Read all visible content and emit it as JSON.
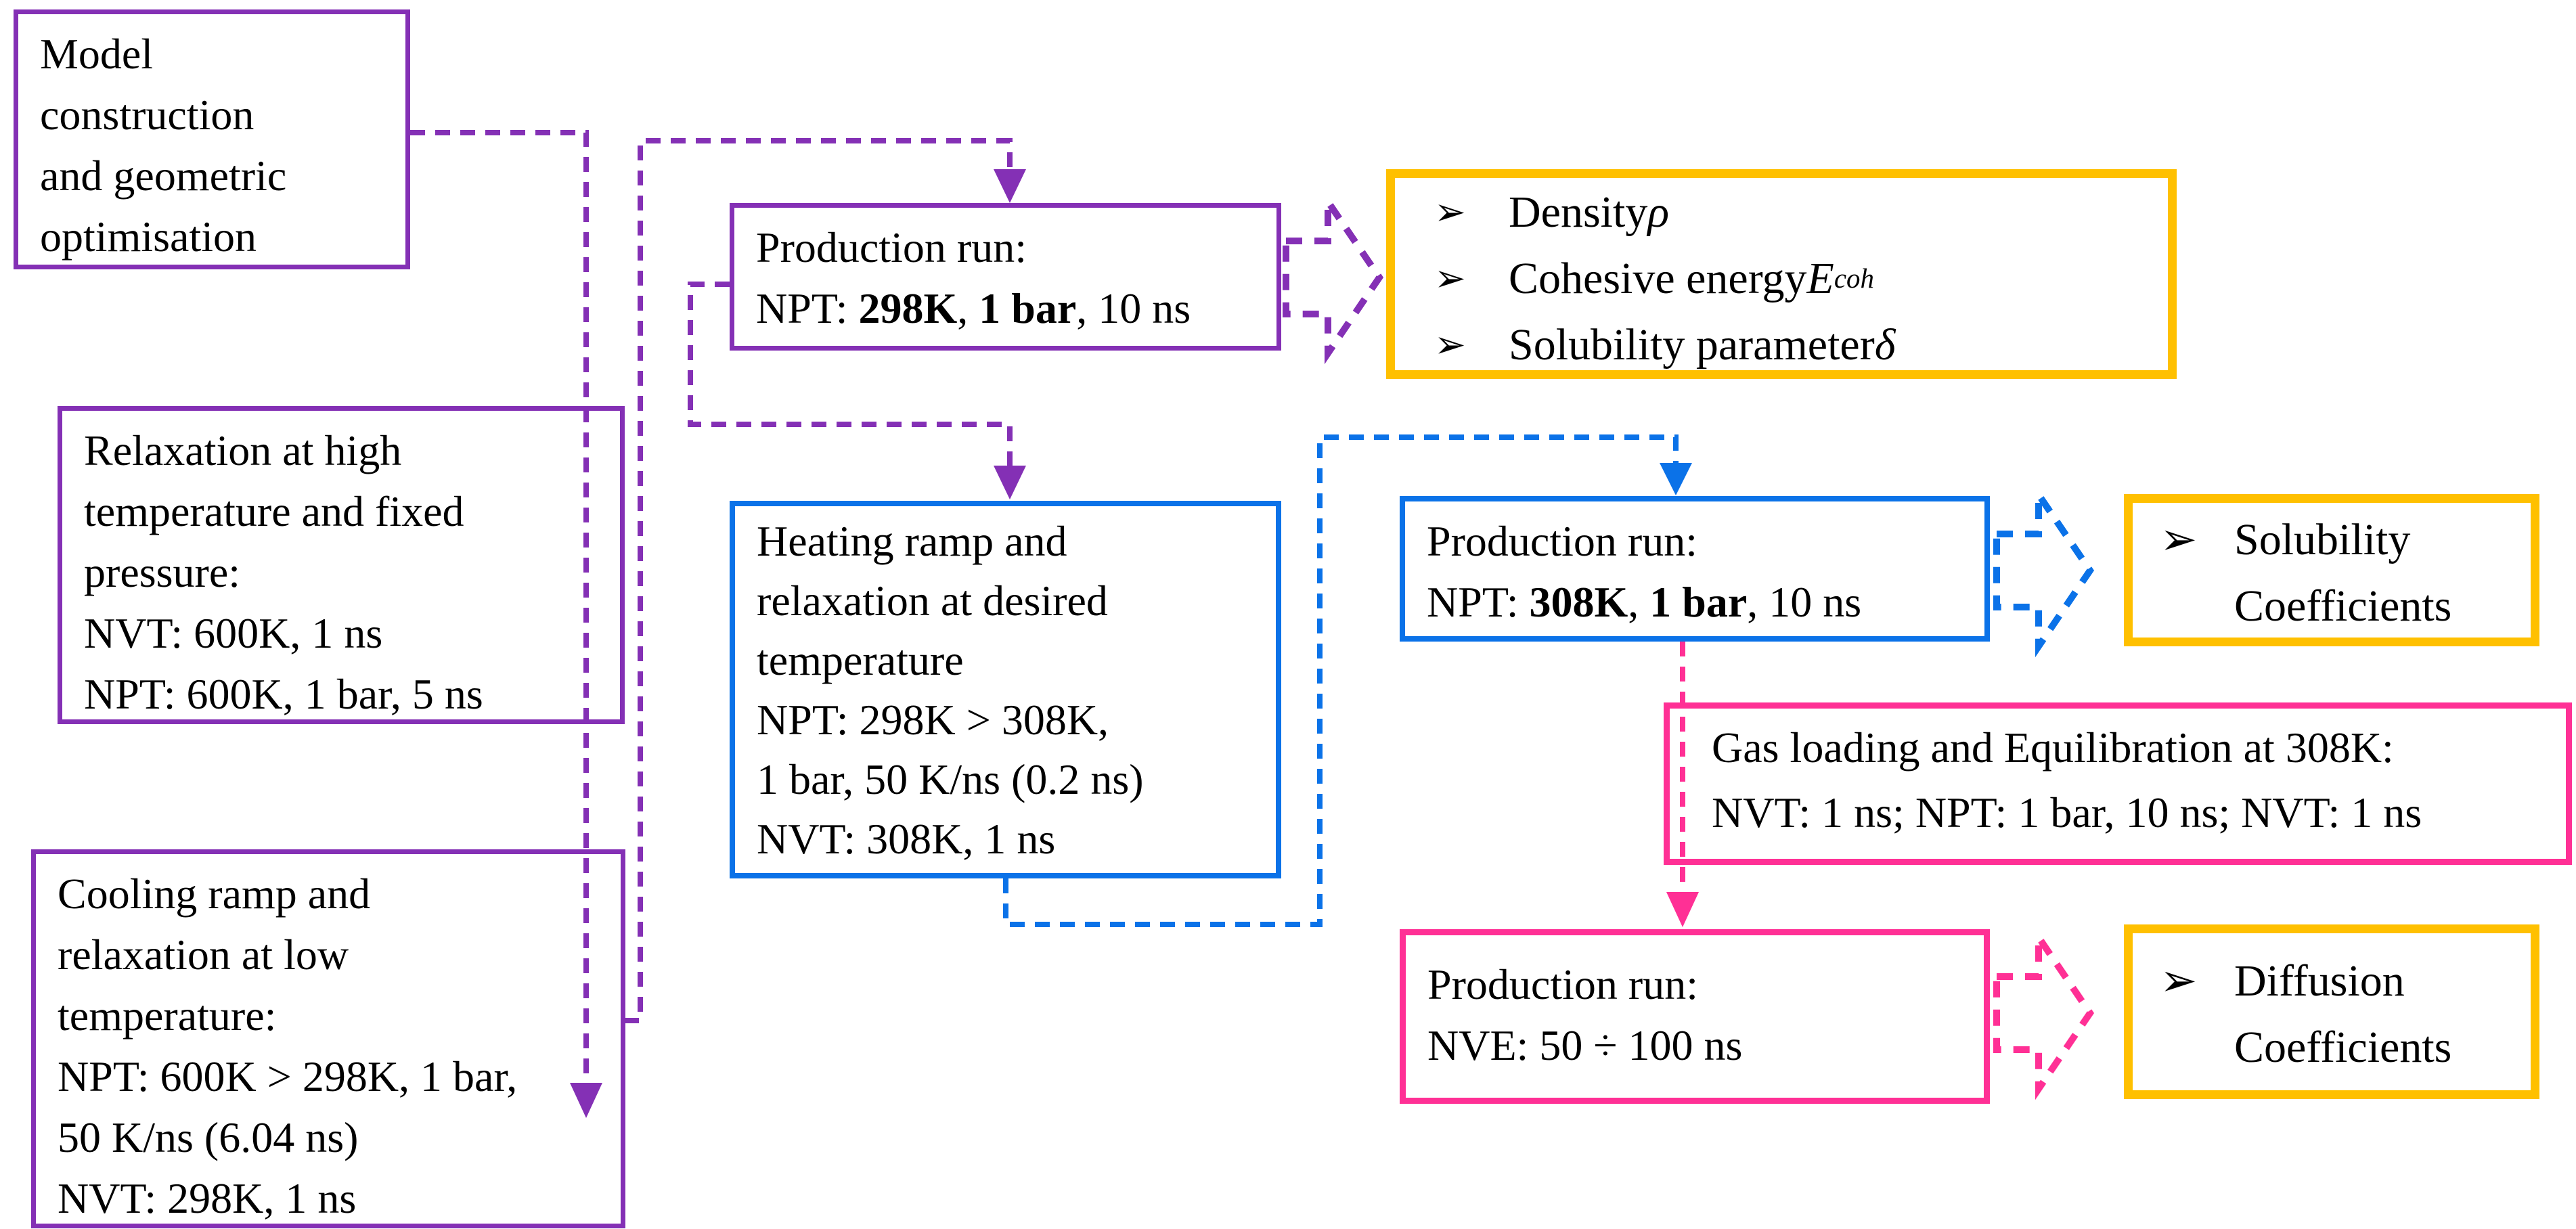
{
  "colors": {
    "purple": "#8430B5",
    "blue": "#0B72E8",
    "pink": "#FF3095",
    "gold": "#FFC000",
    "text": "#000000",
    "background": "#FFFFFF"
  },
  "boxes": {
    "model": {
      "lines": [
        "Model",
        "construction",
        "and geometric",
        "optimisation"
      ]
    },
    "relaxation": {
      "lines": [
        "Relaxation at high",
        "temperature and fixed",
        "pressure:",
        "NVT: 600K, 1 ns",
        "NPT: 600K, 1 bar, 5 ns"
      ]
    },
    "cooling": {
      "lines": [
        "Cooling ramp and",
        "relaxation at low",
        "temperature:",
        "NPT: 600K > 298K, 1 bar,",
        "50 K/ns (6.04 ns)",
        "NVT: 298K, 1 ns"
      ]
    },
    "production_298": {
      "line1": "Production run:",
      "prefix": "NPT: ",
      "bold1": "298K",
      "sep": ", ",
      "bold2": "1 bar",
      "suffix": ", 10 ns"
    },
    "properties": {
      "bullet": "➢",
      "items": [
        {
          "text": "Density ",
          "symbol": "ρ",
          "subscript": ""
        },
        {
          "text": "Cohesive energy ",
          "symbol": "E",
          "subscript": "coh"
        },
        {
          "text": "Solubility parameter ",
          "symbol": "δ",
          "subscript": ""
        }
      ]
    },
    "heating": {
      "lines": [
        "Heating ramp and",
        "relaxation at desired",
        "temperature",
        "NPT: 298K > 308K,",
        "1 bar, 50 K/ns (0.2 ns)",
        "NVT: 308K, 1 ns"
      ]
    },
    "production_308": {
      "line1": "Production run:",
      "prefix": "NPT: ",
      "bold1": "308K",
      "sep": ", ",
      "bold2": "1 bar",
      "suffix": ", 10 ns"
    },
    "solubility": {
      "bullet": "➢",
      "lines": [
        "Solubility",
        "Coefficients"
      ]
    },
    "gas_loading": {
      "lines": [
        "Gas loading and Equilibration at 308K:",
        "NVT: 1 ns; NPT: 1 bar, 10 ns; NVT: 1 ns"
      ]
    },
    "production_nve": {
      "lines": [
        "Production run:",
        "NVE: 50 ÷ 100 ns"
      ]
    },
    "diffusion": {
      "bullet": "➢",
      "lines": [
        "Diffusion",
        "Coefficients"
      ]
    }
  }
}
